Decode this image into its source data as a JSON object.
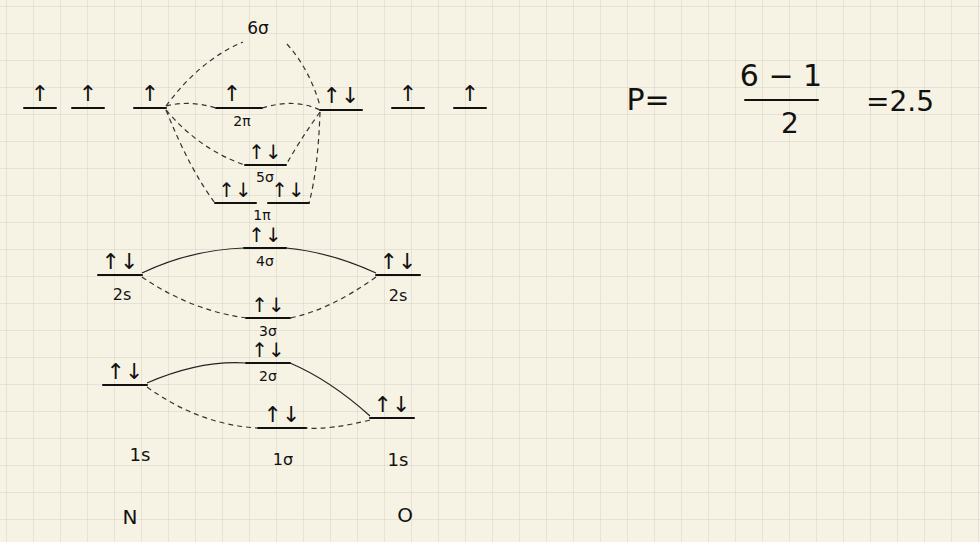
{
  "diagram": {
    "labels": [
      "6σ",
      "↑",
      "↑",
      "↑",
      "↑",
      "2π",
      "↑↓",
      "↑",
      "↑",
      "P=",
      "6 − 1",
      "=2.5",
      "2",
      "↑↓",
      "5σ",
      "↑↓",
      "↑↓",
      "1π",
      "↑↓",
      "4σ",
      "↑↓",
      "2s",
      "↑↓",
      "2s",
      "↑↓",
      "3σ",
      "↑↓",
      "2σ",
      "↑↓",
      "↑↓",
      "↑↓",
      "1s",
      "1σ",
      "1s",
      "N",
      "O"
    ]
  }
}
